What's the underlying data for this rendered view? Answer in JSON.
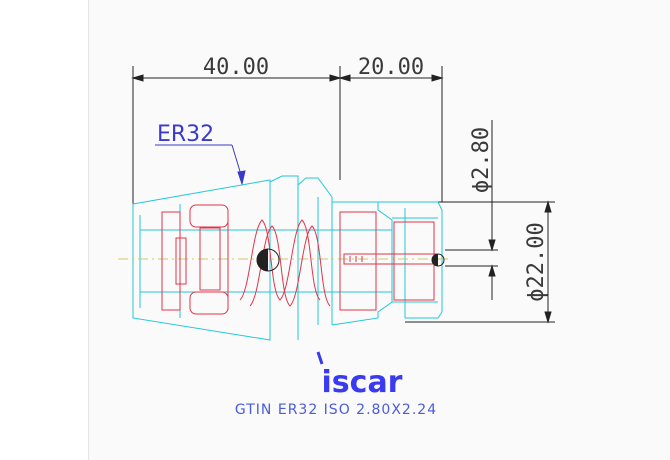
{
  "drawing": {
    "dimensions": {
      "collet_length": "40.00",
      "shank_length": "20.00",
      "insert_diameter": "ϕ2.80",
      "body_diameter": "ϕ22.00"
    },
    "callout": "ER32",
    "logo": "iscar",
    "caption": "GTIN ER32 ISO 2.80X2.24"
  },
  "colors": {
    "background": "#fafafa",
    "dimension_lines": "#222222",
    "outline_cyan": "#24c8d8",
    "detail_red": "#e0344a",
    "annotation_blue": "#3a3ac8"
  }
}
